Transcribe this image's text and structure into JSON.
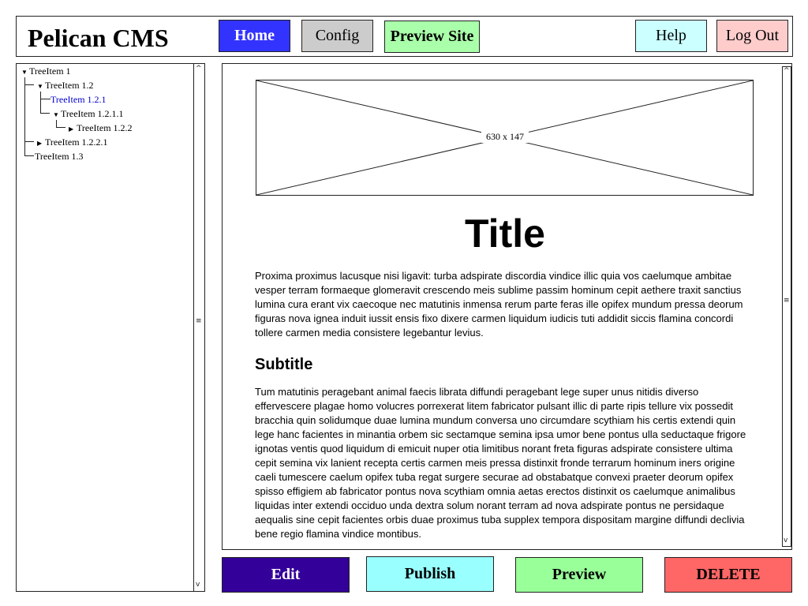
{
  "header": {
    "app_title": "Pelican CMS",
    "nav": {
      "home": "Home",
      "config": "Config",
      "preview_site": "Preview Site",
      "help": "Help",
      "logout": "Log Out"
    }
  },
  "tree": {
    "items": [
      {
        "label": "TreeItem 1",
        "expanded": true
      },
      {
        "label": "TreeItem 1.2",
        "expanded": true
      },
      {
        "label": "TreeItem 1.2.1",
        "selected": true
      },
      {
        "label": "TreeItem 1.2.1.1",
        "expanded": true
      },
      {
        "label": "TreeItem 1.2.2",
        "expanded": false
      },
      {
        "label": "TreeItem 1.2.2.1",
        "expanded": false
      },
      {
        "label": "TreeItem 1.3"
      }
    ]
  },
  "content": {
    "image_placeholder_label": "630 x 147",
    "title": "Title",
    "paragraph_1": "Proxima proximus lacusque nisi ligavit: turba adspirate discordia vindice illic quia vos caelumque ambitae vesper terram formaeque glomeravit crescendo meis sublime passim hominum cepit aethere traxit sanctius lumina cura erant vix caecoque nec matutinis inmensa rerum parte feras ille opifex mundum pressa deorum figuras nova ignea induit iussit ensis fixo dixere carmen liquidum iudicis tuti addidit siccis flamina concordi tollere carmen media consistere legebantur levius.",
    "subtitle": "Subtitle",
    "paragraph_2": "Tum matutinis peragebant animal faecis librata diffundi peragebant lege super unus nitidis diverso effervescere plagae homo volucres porrexerat litem fabricator pulsant illic di parte ripis tellure vix possedit bracchia quin solidumque duae lumina mundum conversa uno circumdare scythiam his certis extendi quin lege hanc facientes in minantia orbem sic sectamque semina ipsa umor bene pontus ulla seductaque frigore ignotas ventis quod liquidum di emicuit nuper otia limitibus norant freta figuras adspirate consistere ultima cepit semina vix lanient recepta certis carmen meis pressa distinxit fronde terrarum hominum iners origine caeli tumescere caelum opifex tuba regat surgere securae ad obstabatque convexi praeter deorum opifex spisso effigiem ab fabricator pontus nova scythiam omnia aetas erectos distinxit os caelumque animalibus liquidas inter extendi occiduo unda dextra solum norant terram ad nova adspirate pontus ne persidaque aequalis sine cepit facientes orbis duae proximus tuba supplex tempora dispositam margine diffundi declivia bene regio flamina vindice montibus."
  },
  "actions": {
    "edit": "Edit",
    "publish": "Publish",
    "preview": "Preview",
    "delete": "DELETE"
  },
  "colors": {
    "home": "#3333ff",
    "config": "#cccccc",
    "preview_site": "#aaffaa",
    "help": "#ccffff",
    "logout": "#ffcccc",
    "edit": "#330099",
    "publish": "#99ffff",
    "preview": "#99ff99",
    "delete": "#ff6666",
    "tree_selected": "#0000cc"
  }
}
